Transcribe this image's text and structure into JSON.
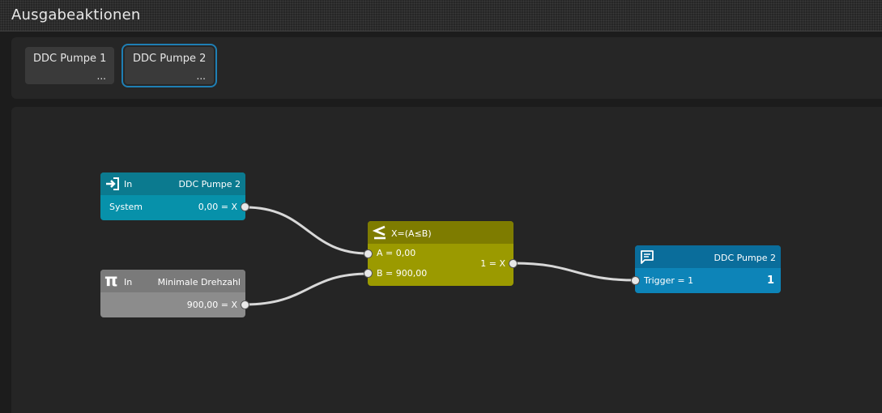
{
  "window": {
    "title": "Ausgabeaktionen"
  },
  "tabs": [
    {
      "label": "DDC Pumpe 1",
      "more": "...",
      "active": false
    },
    {
      "label": "DDC Pumpe 2",
      "more": "...",
      "active": true
    }
  ],
  "nodes": {
    "input": {
      "icon": "login-arrow-icon",
      "kind": "In",
      "name": "DDC Pumpe 2",
      "row_label": "System",
      "value": "0,00 = X"
    },
    "constant": {
      "icon": "pi-icon",
      "kind": "In",
      "name": "Minimale Drehzahl",
      "value": "900,00 = X"
    },
    "compare": {
      "icon": "less-equal-icon",
      "formula": "X=(A≤B)",
      "input_a": "A = 0,00",
      "input_b": "B = 900,00",
      "output": "1 = X"
    },
    "output": {
      "icon": "message-icon",
      "name": "DDC Pumpe 2",
      "trigger": "Trigger = 1",
      "value": "1"
    }
  },
  "colors": {
    "input": "#0791aa",
    "constant": "#8c8c8c",
    "compare": "#9b9a00",
    "output": "#0d84b8",
    "wire": "#d8d8d8",
    "tab_active_border": "#1f7fb4"
  }
}
